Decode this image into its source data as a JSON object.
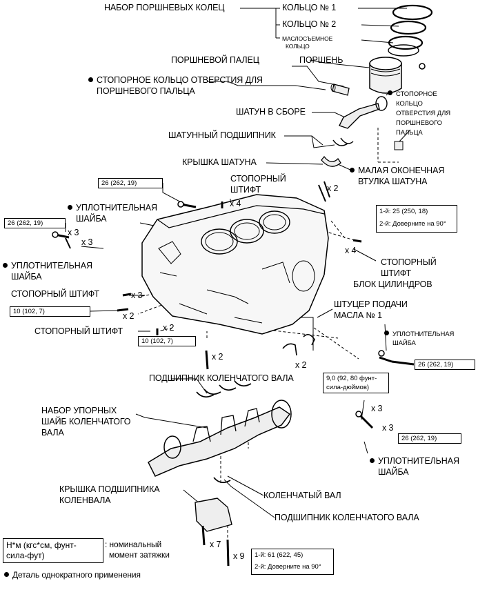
{
  "labels": {
    "ring_set": "НАБОР ПОРШНЕВЫХ КОЛЕЦ",
    "ring1": "КОЛЬЦО № 1",
    "ring2": "КОЛЬЦО № 2",
    "oil_ring_1": "МАСЛОСЪЕМНОЕ",
    "oil_ring_2": "КОЛЬЦО",
    "piston_pin": "ПОРШНЕВОЙ ПАЛЕЦ",
    "piston": "ПОРШЕНЬ",
    "snap_ring_left_1": "СТОПОРНОЕ КОЛЬЦО ОТВЕРСТИЯ ДЛЯ",
    "snap_ring_left_2": "ПОРШНЕВОГО ПАЛЬЦА",
    "snap_ring_right_1": "СТОПОРНОЕ",
    "snap_ring_right_2": "КОЛЬЦО",
    "snap_ring_right_3": "ОТВЕРСТИЯ ДЛЯ",
    "snap_ring_right_4": "ПОРШНЕВОГО",
    "snap_ring_right_5": "ПАЛЬЦА",
    "conrod": "ШАТУН В СБОРЕ",
    "conrod_bearing": "ШАТУННЫЙ ПОДШИПНИК",
    "conrod_cap": "КРЫШКА ШАТУНА",
    "bushing_1": "МАЛАЯ ОКОНЕЧНАЯ",
    "bushing_2": "ВТУЛКА ШАТУНА",
    "pin_top_1": "СТОПОРНЫЙ",
    "pin_top_2": "ШТИФТ",
    "gasket_1": "УПЛОТНИТЕЛЬНАЯ",
    "gasket_2": "ШАЙБА",
    "pin_right_1": "СТОПОРНЫЙ",
    "pin_right_2": "ШТИФТ",
    "block": "БЛОК ЦИЛИНДРОВ",
    "pin_left": "СТОПОРНЫЙ ШТИФТ",
    "oil_nozzle_1": "ШТУЦЕР ПОДАЧИ",
    "oil_nozzle_2": "МАСЛА № 1",
    "pin_bottom": "СТОПОРНЫЙ ШТИФТ",
    "crank_bearing_top": "ПОДШИПНИК КОЛЕНЧАТОГО ВАЛА",
    "thrust_1": "НАБОР УПОРНЫХ",
    "thrust_2": "ШАЙБ КОЛЕНЧАТОГО",
    "thrust_3": "ВАЛА",
    "crank_cap_1": "КРЫШКА ПОДШИПНИКА",
    "crank_cap_2": "КОЛЕНВАЛА",
    "crankshaft": "КОЛЕНЧАТЫЙ ВАЛ",
    "crank_bearing_bottom": "ПОДШИПНИК КОЛЕНЧАТОГО ВАЛА"
  },
  "torques": {
    "t26_top": "26 (262, 19)",
    "t26_left": "26 (262, 19)",
    "t10_left": "10 (102, 7)",
    "t10_bottom": "10 (102, 7)",
    "t26_right": "26 (262, 19)",
    "t26_right2": "26 (262, 19)",
    "conrod_step1": "1-й: 25 (250, 18)",
    "conrod_step2": "2-й: Доверните на 90°",
    "nozzle_1": "9,0 (92, 80 фунт-",
    "nozzle_2": "сила-дюймов)",
    "main_step1": "1-й: 61 (622, 45)",
    "main_step2": "2-й: Доверните на 90°"
  },
  "counts": {
    "x2_conrod": "x 2",
    "x4_toppin": "x 4",
    "x3_a": "x 3",
    "x3_b": "x 3",
    "x4_rightpin": "x 4",
    "x3_pinleft": "x 3",
    "x2_left10": "x 2",
    "x2_bottompin": "x 2",
    "x2_bottombolt": "x 2",
    "x2_nozzle": "x 2",
    "x3_right_a": "x 3",
    "x3_right_b": "x 3",
    "x7": "x 7",
    "x9": "x 9"
  },
  "legend": {
    "torque_1": "Н*м (кгс*см, фунт-",
    "torque_2": "сила-фут)",
    "torque_desc_1": ": номинальный",
    "torque_desc_2": "момент затяжки",
    "nonreuse": "Деталь однократного применения"
  }
}
